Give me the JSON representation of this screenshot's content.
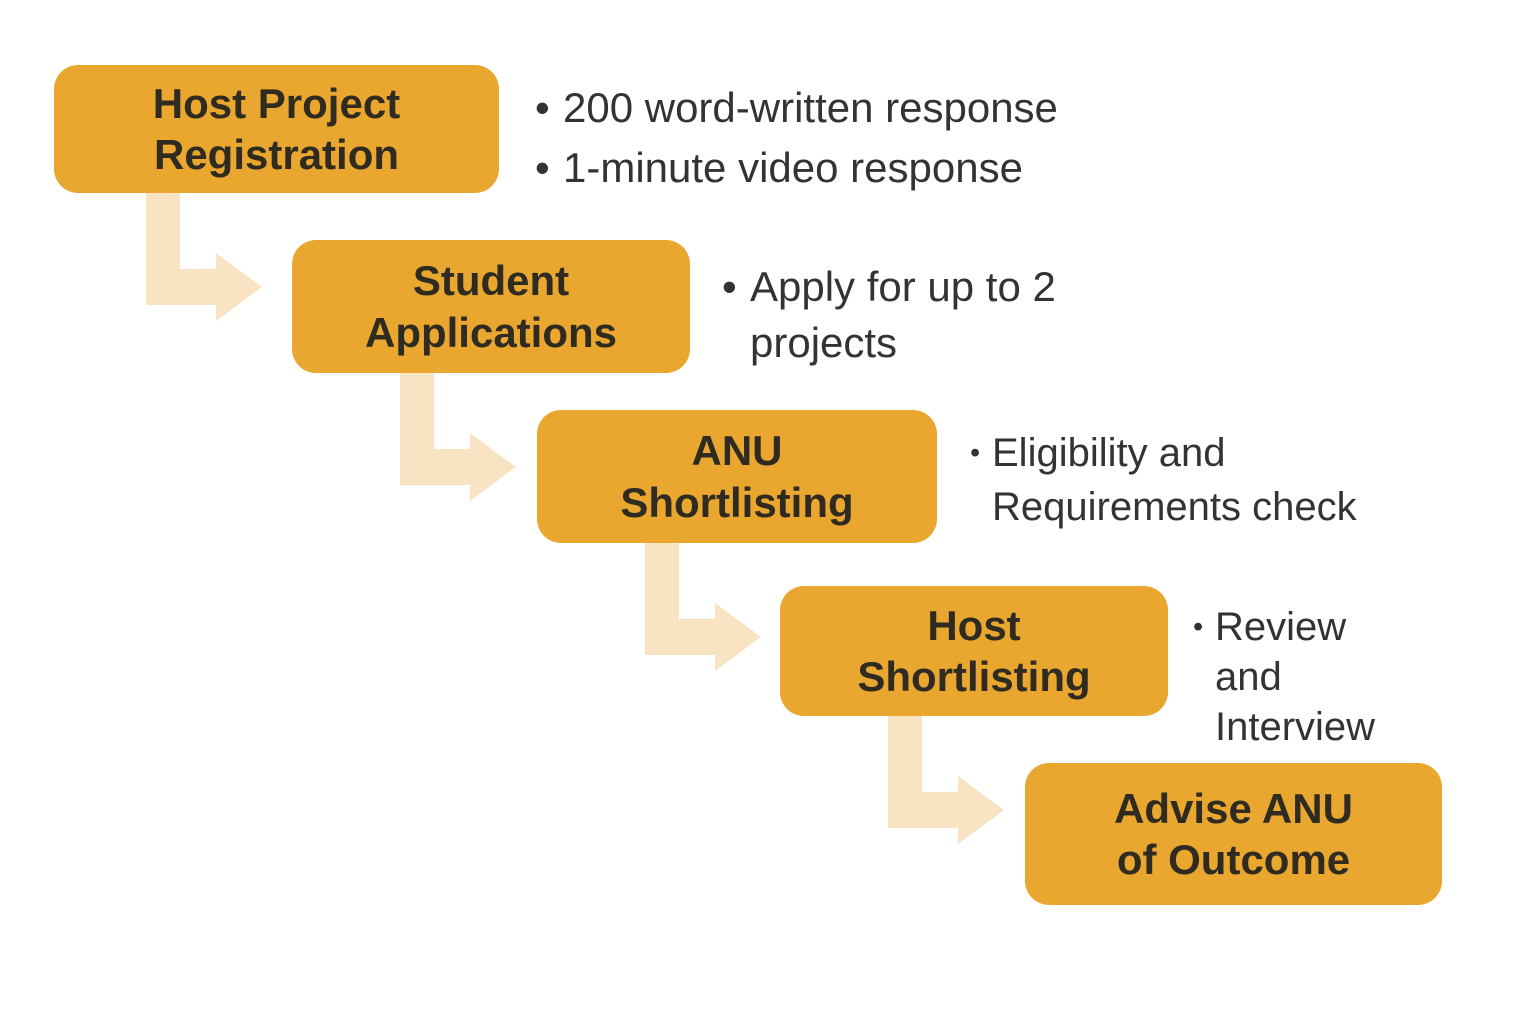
{
  "palette": {
    "box_fill": "#E9A72F",
    "arrow_fill": "#F8E4C2",
    "box_text": "#2F2B21",
    "note_text": "#333333",
    "background": "#FFFFFF"
  },
  "bullet_char": "•",
  "diagram": {
    "steps": [
      {
        "id": "host-project-registration",
        "label": [
          "Host Project",
          "Registration"
        ],
        "notes": [
          {
            "lines": [
              "200 word-written response"
            ]
          },
          {
            "lines": [
              "1-minute video response"
            ]
          }
        ]
      },
      {
        "id": "student-applications",
        "label": [
          "Student",
          "Applications"
        ],
        "notes": [
          {
            "lines": [
              "Apply for up to 2",
              "projects"
            ]
          }
        ]
      },
      {
        "id": "anu-shortlisting",
        "label": [
          "ANU",
          "Shortlisting"
        ],
        "notes": [
          {
            "lines": [
              "Eligibility and",
              "Requirements check"
            ]
          }
        ]
      },
      {
        "id": "host-shortlisting",
        "label": [
          "Host",
          "Shortlisting"
        ],
        "notes": [
          {
            "lines": [
              "Review",
              "and",
              "Interview"
            ]
          }
        ]
      },
      {
        "id": "advise-anu-of-outcome",
        "label": [
          "Advise ANU",
          "of Outcome"
        ],
        "notes": []
      }
    ]
  }
}
